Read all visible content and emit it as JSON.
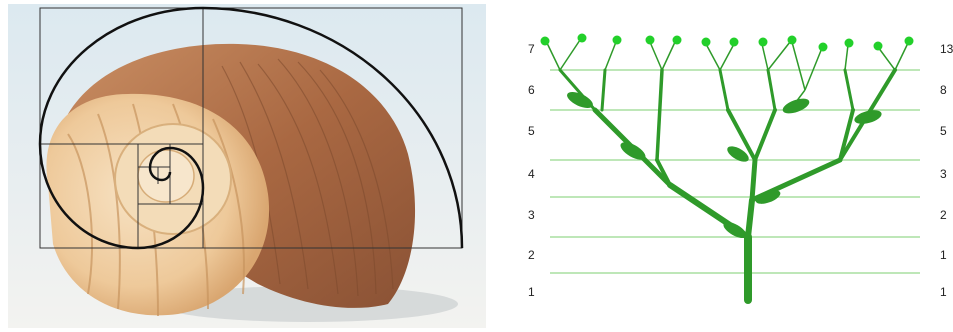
{
  "tree": {
    "left_labels": [
      "7",
      "6",
      "5",
      "4",
      "3",
      "2",
      "1"
    ],
    "right_labels": [
      "13",
      "8",
      "5",
      "3",
      "2",
      "1",
      "1"
    ]
  },
  "colors": {
    "branch": "#2f9a2a",
    "leaf": "#2f9a2a",
    "bud": "#22d02a",
    "guide_line": "#a8dfa0",
    "spiral": "#111111",
    "grid": "#333333"
  }
}
